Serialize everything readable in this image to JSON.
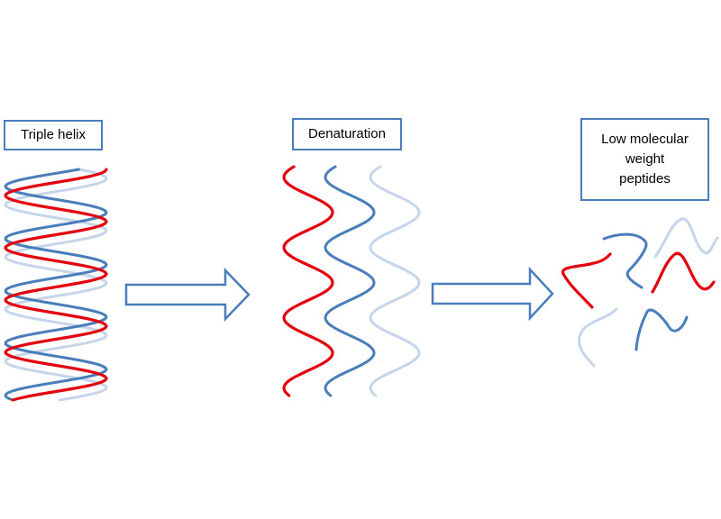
{
  "labels": {
    "triple_helix": "Triple helix",
    "denaturation": "Denaturation",
    "peptides": [
      "Low molecular",
      "weight",
      "peptides"
    ]
  },
  "colors": {
    "red": "#e3000f",
    "blue": "#4a7ebb",
    "light_blue": "#c5d5ea",
    "box_border": "#4a7ebb"
  },
  "stages": [
    "triple-helix",
    "denaturation",
    "low-molecular-weight-peptides"
  ]
}
